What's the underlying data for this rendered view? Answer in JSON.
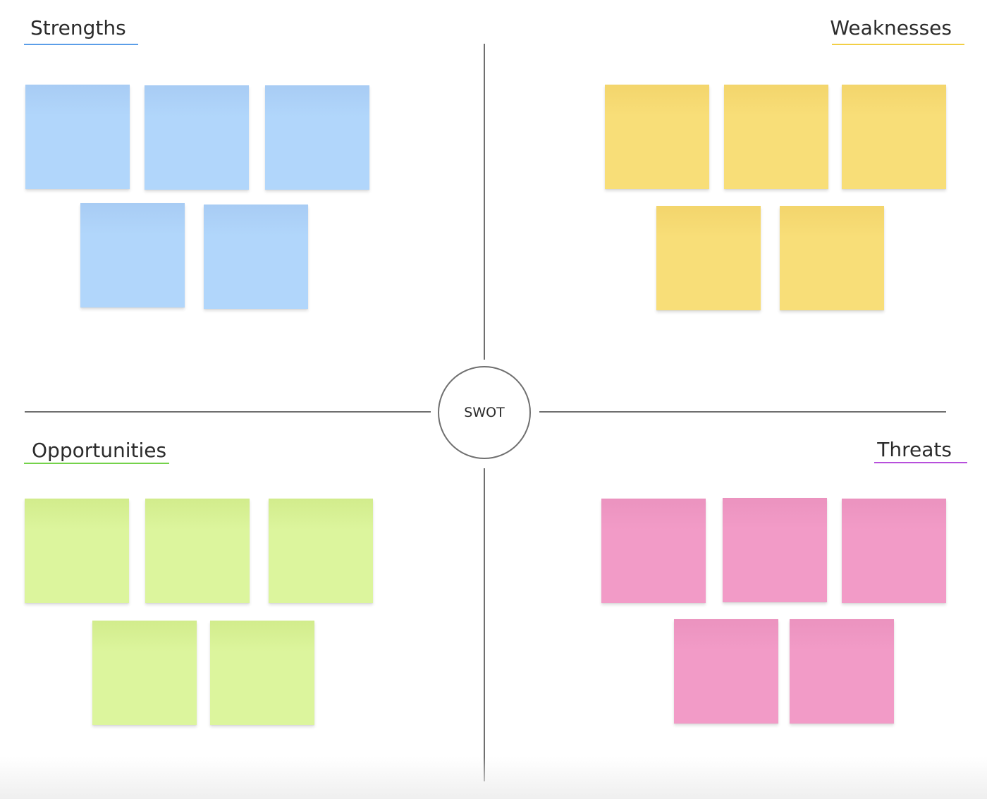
{
  "center": {
    "label": "SWOT"
  },
  "quadrants": [
    {
      "key": "strengths",
      "title": "Strengths",
      "accent": "#5b9ee8",
      "note_color": "#b1d6fb",
      "note_top": "#a8ccf4",
      "note_count": 5
    },
    {
      "key": "weaknesses",
      "title": "Weaknesses",
      "accent": "#f2cf45",
      "note_color": "#f8de78",
      "note_top": "#f3d56c",
      "note_count": 5
    },
    {
      "key": "opportunities",
      "title": "Opportunities",
      "accent": "#74d24a",
      "note_color": "#dcf59d",
      "note_top": "#d2ec8c",
      "note_count": 5
    },
    {
      "key": "threats",
      "title": "Threats",
      "accent": "#b74fdc",
      "note_color": "#f29bc7",
      "note_top": "#eb93bf",
      "note_count": 5
    }
  ]
}
